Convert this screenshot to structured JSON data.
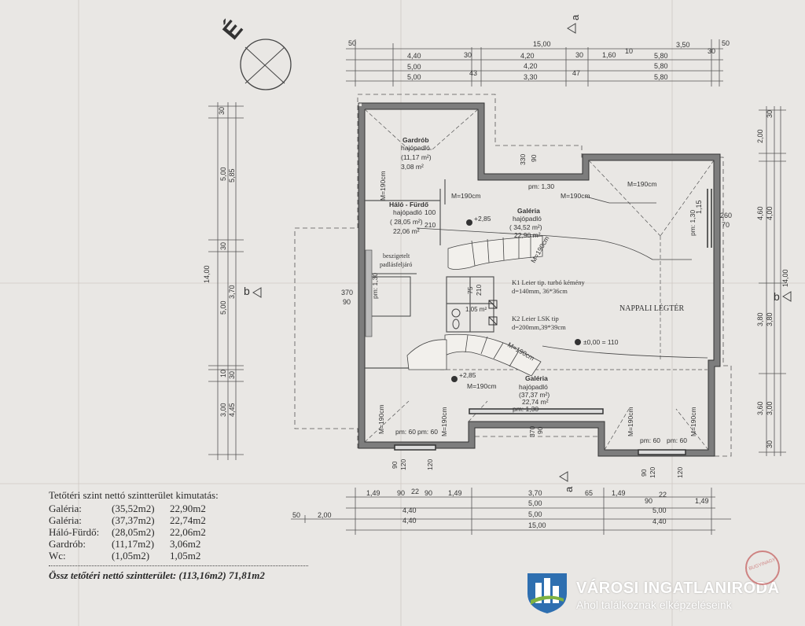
{
  "compass_label": "É",
  "section_markers": {
    "a_top": "a",
    "a_bottom": "a",
    "b_left": "b",
    "b_right": "b"
  },
  "top_dims": {
    "row1": [
      "50",
      "15,00",
      "50"
    ],
    "row2": [
      "4,40",
      "30",
      "4,20",
      "30",
      "1,60",
      "10",
      "5,80",
      "3,50",
      "30"
    ],
    "row3": [
      "5,00",
      "4,20",
      "5,80"
    ],
    "row4": [
      "5,00",
      "43",
      "3,30",
      "47",
      "5,80"
    ]
  },
  "left_dims": [
    "30",
    "5,00",
    "5,85",
    "14,00",
    "30",
    "3,70",
    "5,00",
    "10",
    "30",
    "3,00",
    "4,45",
    "370",
    "90"
  ],
  "right_dims": [
    "2,00",
    "30",
    "1,15",
    "260",
    "70",
    "4,60",
    "4,00",
    "14,00",
    "3,80",
    "3,80",
    "3,60",
    "3,00",
    "30"
  ],
  "bottom_dims": {
    "row1": [
      "1,49",
      "90",
      "22",
      "90",
      "1,49",
      "3,70",
      "65",
      "1,49",
      "90",
      "22",
      "1,49"
    ],
    "row2": [
      "4,40",
      "5,00",
      "5,00"
    ],
    "row3": [
      "50",
      "2,00",
      "4,40",
      "5,00",
      "4,40"
    ],
    "row4": [
      "15,00"
    ]
  },
  "rooms": {
    "gardrob": {
      "name": "Gardrób",
      "sub": "hajópadló",
      "area": "(11,17 m²)",
      "net": "3,08 m²"
    },
    "halo": {
      "name": "Háló - Fürdő",
      "sub": "hajópadló",
      "area": "( 28,05 m²)",
      "net": "22,06 m²"
    },
    "galeria1": {
      "name": "Galéria",
      "sub": "hajópadló",
      "area": "( 34,52 m²)",
      "net": "22,90 m²"
    },
    "galeria2": {
      "name": "Galéria",
      "sub": "hajópadló",
      "area": "(37,37 m²)",
      "net": "22,74 m²"
    },
    "wc_area": "1,05 m²",
    "nappali": "NAPPALI LÉGTÉR",
    "beszigetelt": "beszigetelt",
    "padlas": "padlásfeljáró"
  },
  "plan_labels": {
    "m190": "M=190cm",
    "pm130": "pm: 1,30",
    "pm60": "pm: 60",
    "k1": "K1 Leier tip. turbó kémény",
    "k1d": "d=140mm, 36*36cm",
    "k2": "K2 Leier LSK tip",
    "k2d": "d=200mm,39*39cm",
    "lvl1": "+2,85",
    "lvl0": "±0,00 = 110",
    "d330": "330",
    "d90": "90",
    "d100": "100",
    "d210": "210",
    "d370": "370",
    "d75": "75",
    "d120": "120"
  },
  "legend": {
    "title": "Tetőtéri szint nettó szintterület kimutatás:",
    "rows": [
      {
        "label": "Galéria:",
        "gross": "(35,52m2)",
        "net": "22,90m2"
      },
      {
        "label": "Galéria:",
        "gross": "(37,37m2)",
        "net": "22,74m2"
      },
      {
        "label": "Háló-Fürdő:",
        "gross": "(28,05m2)",
        "net": "22,06m2"
      },
      {
        "label": "Gardrób:",
        "gross": "(11,17m2)",
        "net": "3,06m2"
      },
      {
        "label": "Wc:",
        "gross": "(1,05m2)",
        "net": "1,05m2"
      }
    ],
    "total": "Össz tetőtéri nettó szintterület: (113,16m2) 71,81m2"
  },
  "logo": {
    "name": "VÁROSI INGATLANIRODA",
    "tagline": "Ahol találkoznak elképzeléseink",
    "stamp": "BUGYINAGY"
  },
  "colors": {
    "paper": "#e9e7e4",
    "ink": "#3a3a3a",
    "wall": "#8e8e8e",
    "logo": "#2e6fb0",
    "logo_green": "#7fb241"
  }
}
